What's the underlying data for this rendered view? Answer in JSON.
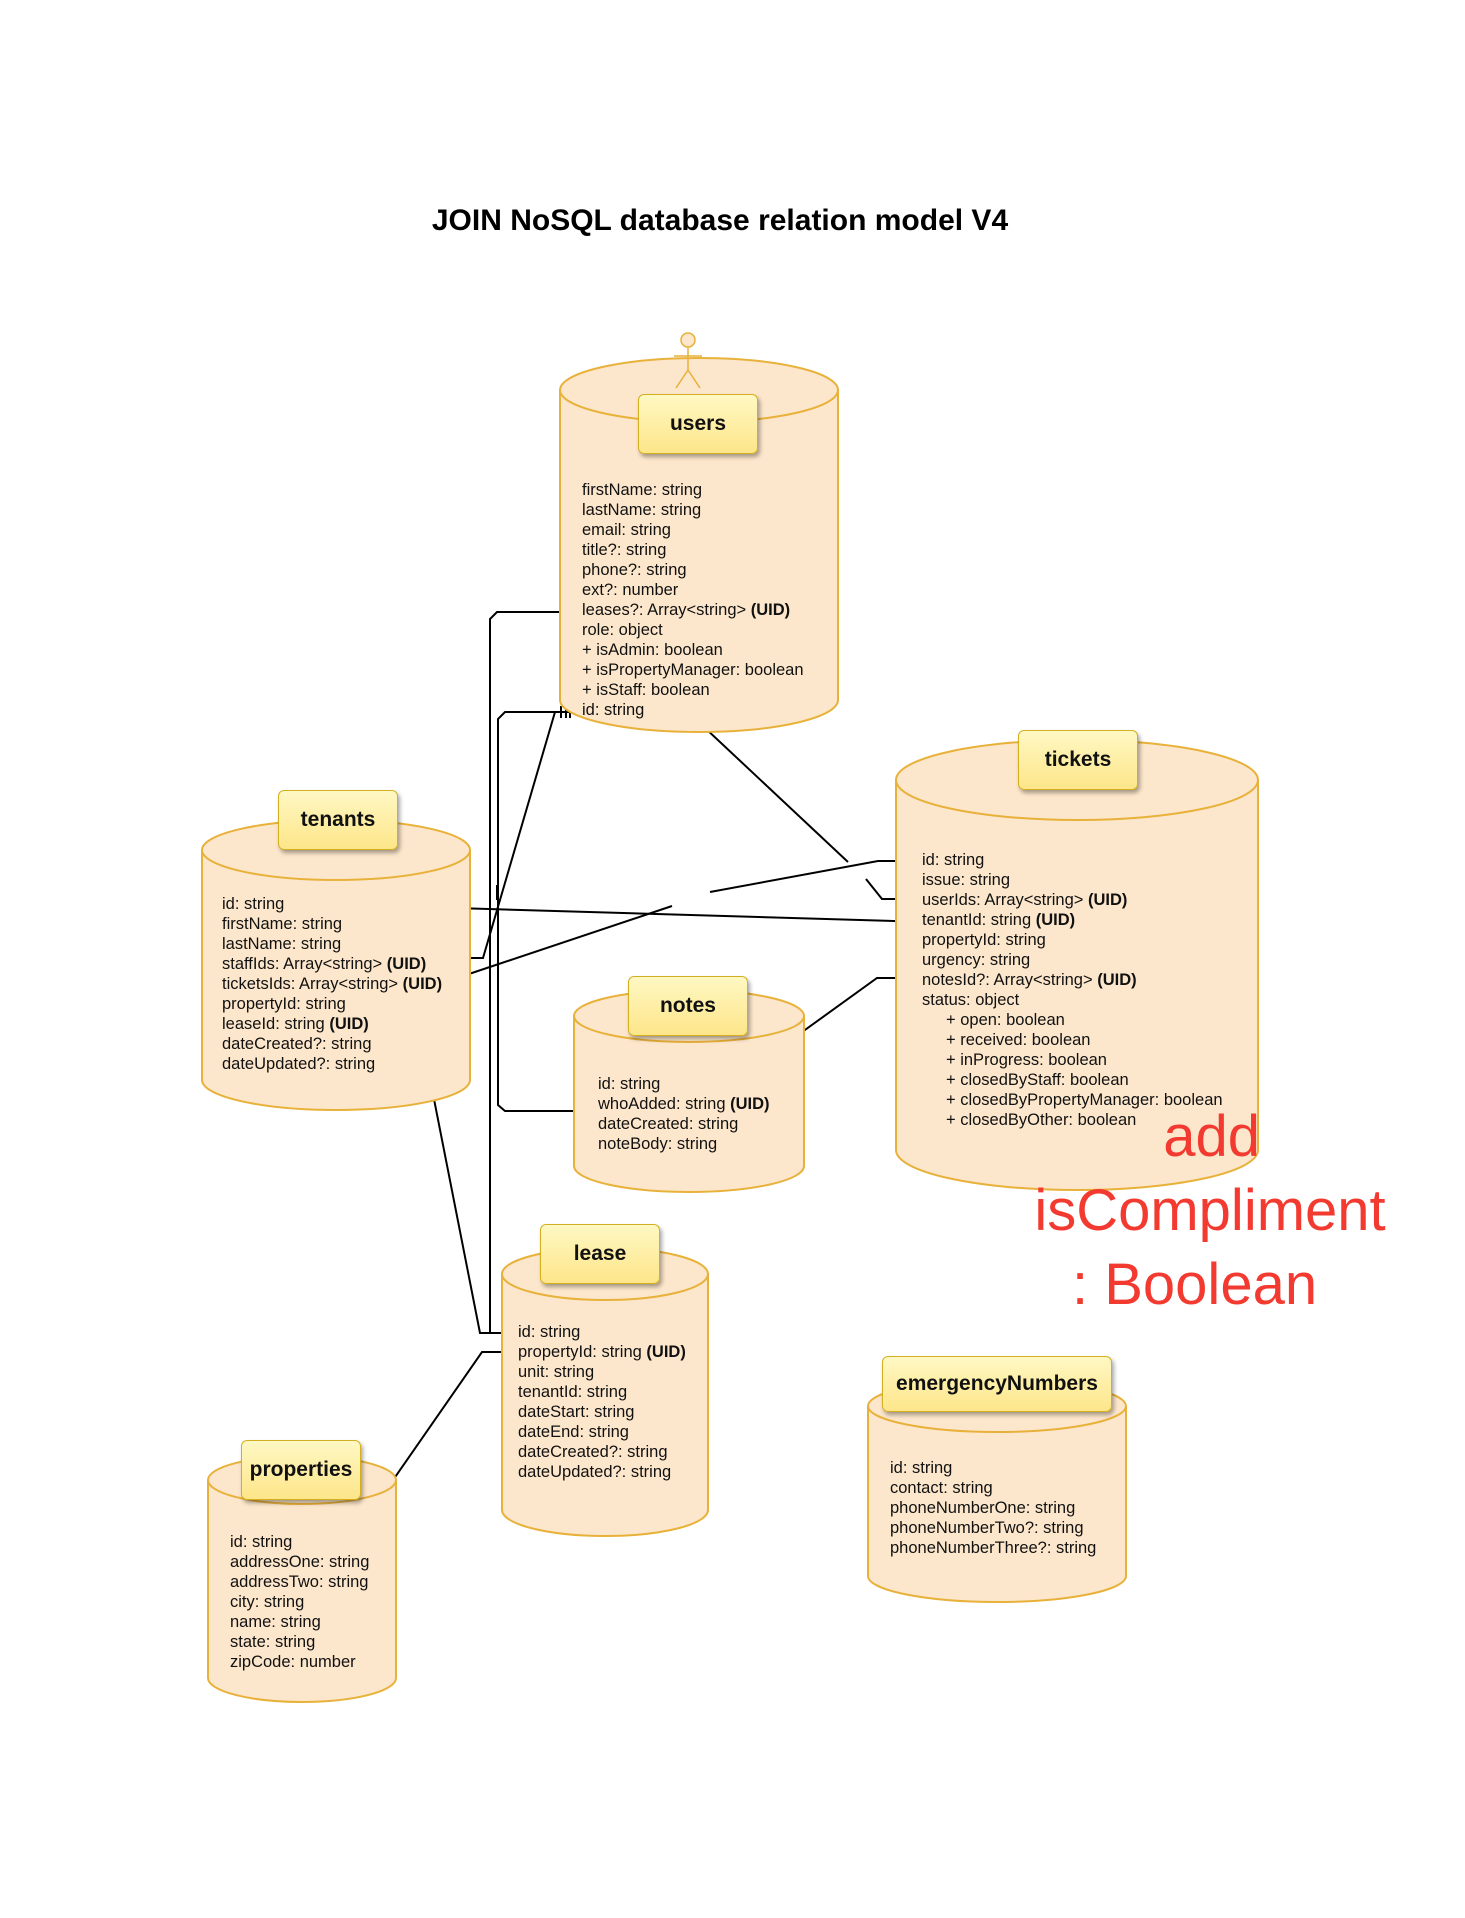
{
  "title": "JOIN NoSQL database relation model V4",
  "colors": {
    "cylinder_fill": "#fde7cc",
    "cylinder_stroke": "#e8b13a",
    "label_fill": "#fde68a",
    "annotation": "#f33a30",
    "line": "#000000"
  },
  "entities": {
    "users": {
      "name": "users",
      "has_actor_icon": true,
      "fields": [
        {
          "text": "firstName: string"
        },
        {
          "text": "lastName: string"
        },
        {
          "text": "email: string"
        },
        {
          "text": "title?: string"
        },
        {
          "text": "phone?: string"
        },
        {
          "text": "ext?: number"
        },
        {
          "text": "leases?: Array<string>",
          "uid": "(UID)"
        },
        {
          "text": "role: object"
        },
        {
          "text": "+ isAdmin: boolean"
        },
        {
          "text": "+ isPropertyManager: boolean"
        },
        {
          "text": "+ isStaff: boolean"
        },
        {
          "text": "id: string"
        }
      ]
    },
    "tickets": {
      "name": "tickets",
      "fields": [
        {
          "text": "id: string"
        },
        {
          "text": "issue: string"
        },
        {
          "text": "userIds: Array<string>",
          "uid": "(UID)"
        },
        {
          "text": "tenantId: string",
          "uid": "(UID)"
        },
        {
          "text": "propertyId: string"
        },
        {
          "text": "urgency: string"
        },
        {
          "text": "notesId?: Array<string>",
          "uid": "(UID)"
        },
        {
          "text": "status: object"
        },
        {
          "text": "+ open: boolean",
          "sub": true
        },
        {
          "text": "+ received: boolean",
          "sub": true
        },
        {
          "text": "+ inProgress: boolean",
          "sub": true
        },
        {
          "text": "+ closedByStaff: boolean",
          "sub": true
        },
        {
          "text": "+ closedByPropertyManager: boolean",
          "sub": true
        },
        {
          "text": "+ closedByOther: boolean",
          "sub": true
        }
      ]
    },
    "tenants": {
      "name": "tenants",
      "fields": [
        {
          "text": "id: string"
        },
        {
          "text": "firstName: string"
        },
        {
          "text": "lastName: string"
        },
        {
          "text": "staffIds: Array<string>",
          "uid": "(UID)"
        },
        {
          "text": "ticketsIds: Array<string>",
          "uid": "(UID)"
        },
        {
          "text": "propertyId: string"
        },
        {
          "text": "leaseId: string",
          "uid": "(UID)"
        },
        {
          "text": "dateCreated?: string"
        },
        {
          "text": "dateUpdated?: string"
        }
      ]
    },
    "notes": {
      "name": "notes",
      "fields": [
        {
          "text": "id: string"
        },
        {
          "text": "whoAdded: string",
          "uid": "(UID)"
        },
        {
          "text": "dateCreated: string"
        },
        {
          "text": "noteBody: string"
        }
      ]
    },
    "lease": {
      "name": "lease",
      "fields": [
        {
          "text": "id: string"
        },
        {
          "text": "propertyId: string",
          "uid": "(UID)"
        },
        {
          "text": "unit: string"
        },
        {
          "text": "tenantId: string"
        },
        {
          "text": "dateStart: string"
        },
        {
          "text": "dateEnd: string"
        },
        {
          "text": "dateCreated?: string"
        },
        {
          "text": "dateUpdated?: string"
        }
      ]
    },
    "properties": {
      "name": "properties",
      "fields": [
        {
          "text": "id: string"
        },
        {
          "text": "addressOne: string"
        },
        {
          "text": "addressTwo: string"
        },
        {
          "text": "city: string"
        },
        {
          "text": "name: string"
        },
        {
          "text": "state: string"
        },
        {
          "text": "zipCode: number"
        }
      ]
    },
    "emergencyNumbers": {
      "name": "emergencyNumbers",
      "fields": [
        {
          "text": "id: string"
        },
        {
          "text": "contact: string"
        },
        {
          "text": "phoneNumberOne: string"
        },
        {
          "text": "phoneNumberTwo?: string"
        },
        {
          "text": "phoneNumberThree?: string"
        }
      ]
    }
  },
  "annotation": {
    "lines": [
      "add",
      "isCompliment",
      ": Boolean"
    ]
  }
}
